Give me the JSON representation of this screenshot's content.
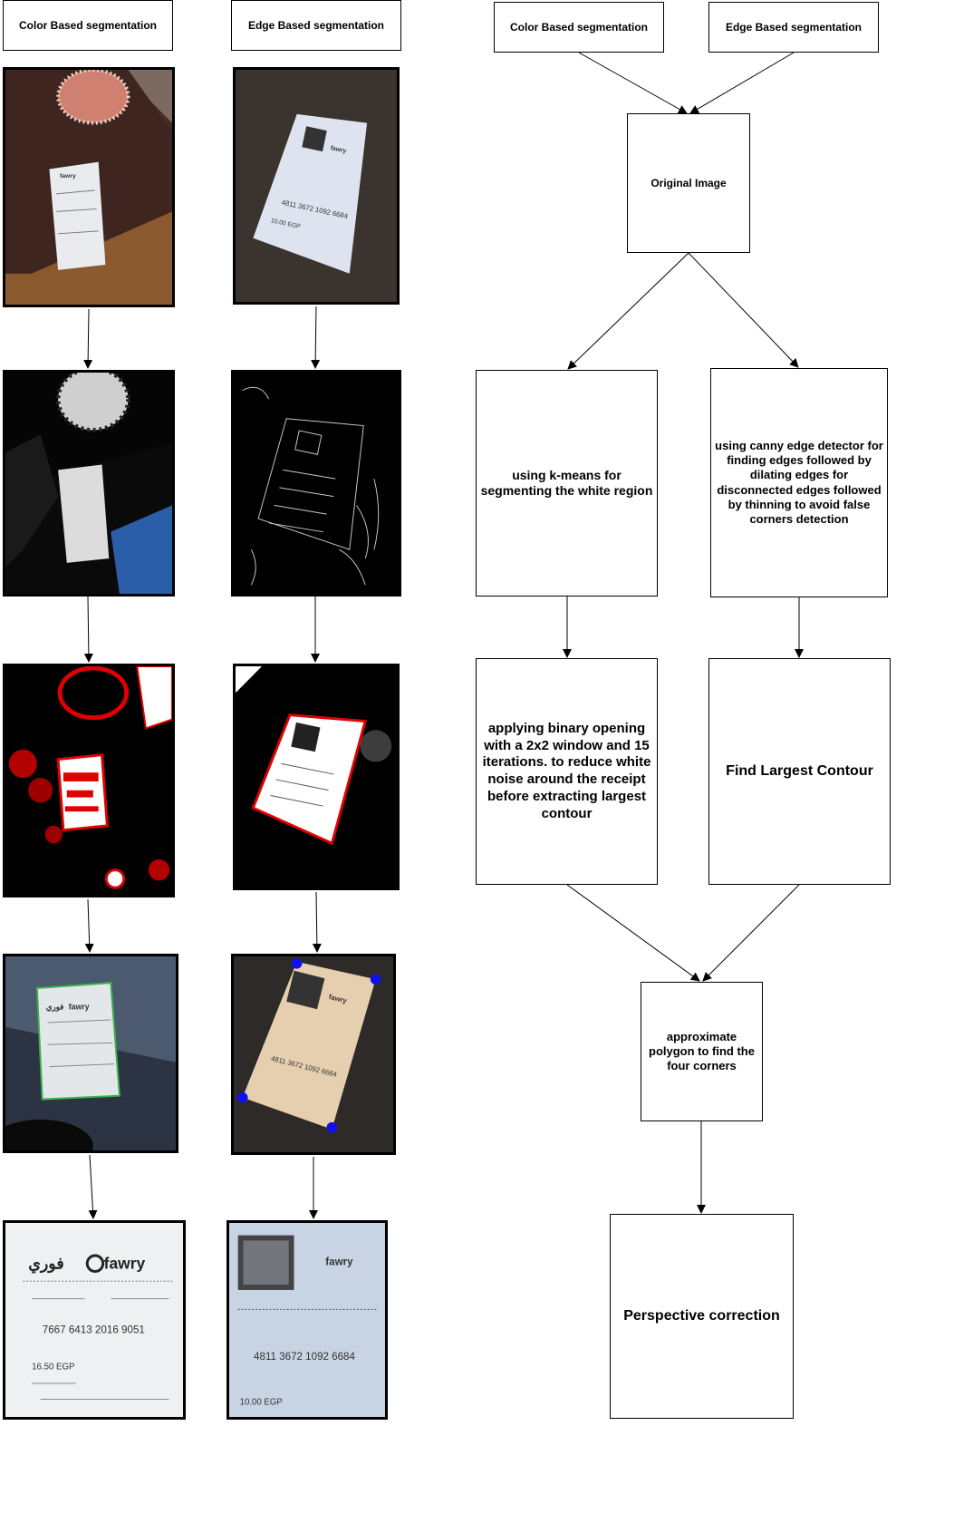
{
  "left_columns": {
    "color_header": "Color Based segmentation",
    "edge_header": "Edge Based segmentation"
  },
  "flowchart": {
    "color_header": "Color Based segmentation",
    "edge_header": "Edge Based segmentation",
    "original": "Original Image",
    "kmeans": "using k-means for segmenting the white region",
    "canny": "using canny edge detector for finding edges followed by dilating edges for disconnected edges followed by thinning to avoid false corners detection",
    "opening": "applying  binary opening with a 2x2 window and 15 iterations. to reduce white noise around the receipt before extracting largest contour",
    "largest_contour": "Find Largest Contour",
    "approx": "approximate polygon to find the four corners",
    "perspective": "Perspective correction"
  },
  "receipt_text": {
    "logo_latin": "fawry",
    "logo_arabic": "فوري",
    "code_color": "7667 6413 2016 9051",
    "amount_color": "16.50 EGP",
    "code_edge": "4811 3672 1092 6684",
    "amount_edge": "10.00 EGP"
  },
  "colors": {
    "contour": "#e00000",
    "corner_dot": "#1010ee",
    "receipt_paper": "#f2f4f7"
  }
}
